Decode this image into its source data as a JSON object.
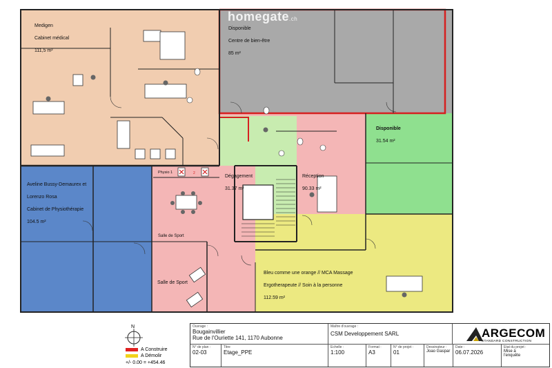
{
  "watermark": {
    "brand": "homegate",
    "suffix": ".ch"
  },
  "rooms": {
    "medigen": {
      "name": "Medigen",
      "type": "Cabinet médical",
      "area": "111,5 m²"
    },
    "disponible_top": {
      "name": "Disponible",
      "type": "Centre de bien-être",
      "area": "85 m²"
    },
    "disponible_right": {
      "name": "Disponible",
      "area": "31.54 m²"
    },
    "physio": {
      "line1": "Aveline Bussy-Demaurex et",
      "line2": "Lorenzo Rosa",
      "type": "Cabinet de Physiothérapie",
      "area": "104.5 m²"
    },
    "physio1": {
      "name": "Physio 1"
    },
    "degagement": {
      "name": "Dégagement",
      "area": "31.37 m²"
    },
    "reception": {
      "name": "Réception",
      "area": "90.33 m²"
    },
    "salle_sport_small": {
      "name": "Salle de Sport"
    },
    "salle_sport": {
      "name": "Salle de Sport"
    },
    "bleu": {
      "line1": "Bleu comme une orange // MCA Massage",
      "line2": "Ergotherapeute // Soin à la personne",
      "area": "112.59 m²"
    }
  },
  "legend": {
    "north": "N",
    "construire": "A Construire",
    "demolir": "A Démolir",
    "elevation": "+/- 0.00 = +454.46",
    "colors": {
      "construire": "#e02020",
      "demolir": "#f2d21b"
    }
  },
  "title_block": {
    "ouvrage_caption": "Ouvrage :",
    "ouvrage_name": "Bougainvillier",
    "ouvrage_address": "Rue de l'Ouriette 141, 1170 Aubonne",
    "maitre_caption": "Maître d'ouvrage :",
    "maitre_value": "CSM Developpement SARL",
    "plan_no_caption": "N° de plan :",
    "plan_no": "02-03",
    "titre_caption": "Titre",
    "titre": "Etage_PPE",
    "echelle_caption": "Echelle :",
    "echelle": "1:100",
    "format_caption": "Format :",
    "format": "A3",
    "projet_caption": "N° de projet :",
    "projet": "01",
    "dessinateur_caption": "Dessinateur :",
    "dessinateur": "Joao Gaspar",
    "date_caption": "Date :",
    "date": "06.07.2026",
    "etat_caption": "Etat du projet :",
    "etat_line1": "Mise à",
    "etat_line2": "l'enquête",
    "logo": "ARGECOM",
    "logo_sub": "STANDARD CONSTRUCTION"
  },
  "colors": {
    "medigen": "#f1cdb0",
    "disponible_gray": "#a9a9a9",
    "disponible_green": "#8fe08f",
    "physio_blue": "#5b87c9",
    "pink": "#f4b6b6",
    "degagement_green": "#c8ecb0",
    "yellow": "#ece981",
    "wall": "#222222",
    "red_outline": "#d62020"
  }
}
